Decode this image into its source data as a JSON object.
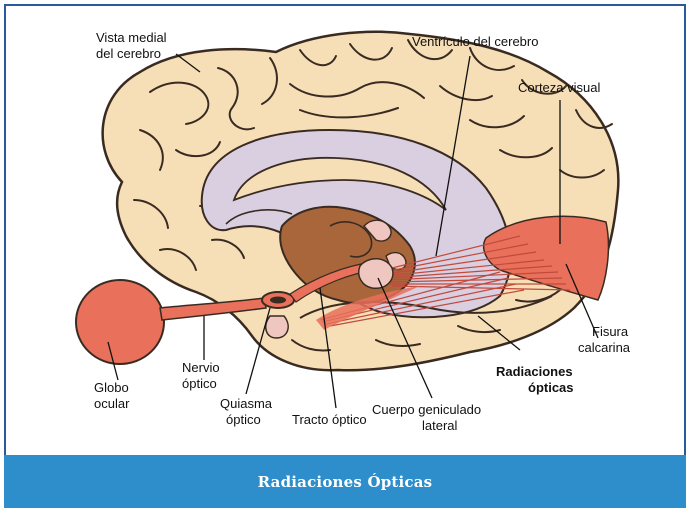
{
  "caption": "Radiaciones Ópticas",
  "labels": {
    "vista_line1": "Vista medial",
    "vista_line2": "del cerebro",
    "ventriculo": "Ventrículo del cerebro",
    "corteza": "Corteza visual",
    "fisura_line1": "Fisura",
    "fisura_line2": "calcarina",
    "radiaciones_line1": "Radiaciones",
    "radiaciones_line2": "ópticas",
    "globo_line1": "Globo",
    "globo_line2": "ocular",
    "nervio_line1": "Nervio",
    "nervio_line2": "óptico",
    "quiasma_line1": "Quiasma",
    "quiasma_line2": "óptico",
    "tracto": "Tracto óptico",
    "cuerpo_line1": "Cuerpo geniculado",
    "cuerpo_line2": "lateral"
  },
  "colors": {
    "frame_border": "#2b5a9b",
    "caption_bg": "#2d8ecb",
    "brain_fill": "#f6dfb6",
    "brain_outline": "#3a2b22",
    "ventricle": "#d9cfe0",
    "brainstem": "#a8663a",
    "visual_pathway": "#e9705a"
  }
}
